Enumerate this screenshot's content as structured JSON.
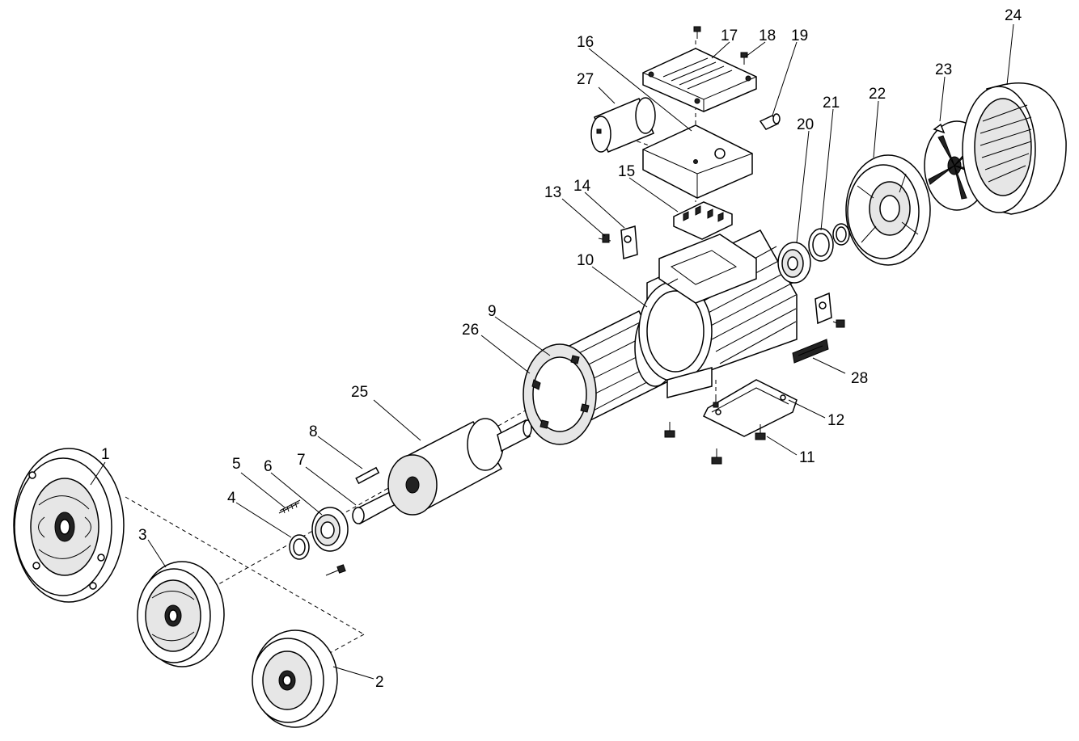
{
  "callouts": [
    {
      "label": "1"
    },
    {
      "label": "2"
    },
    {
      "label": "3"
    },
    {
      "label": "4"
    },
    {
      "label": "5"
    },
    {
      "label": "6"
    },
    {
      "label": "7"
    },
    {
      "label": "8"
    },
    {
      "label": "9"
    },
    {
      "label": "10"
    },
    {
      "label": "11"
    },
    {
      "label": "12"
    },
    {
      "label": "13"
    },
    {
      "label": "14"
    },
    {
      "label": "15"
    },
    {
      "label": "16"
    },
    {
      "label": "17"
    },
    {
      "label": "18"
    },
    {
      "label": "19"
    },
    {
      "label": "20"
    },
    {
      "label": "21"
    },
    {
      "label": "22"
    },
    {
      "label": "23"
    },
    {
      "label": "24"
    },
    {
      "label": "25"
    },
    {
      "label": "26"
    },
    {
      "label": "27"
    },
    {
      "label": "28"
    }
  ]
}
